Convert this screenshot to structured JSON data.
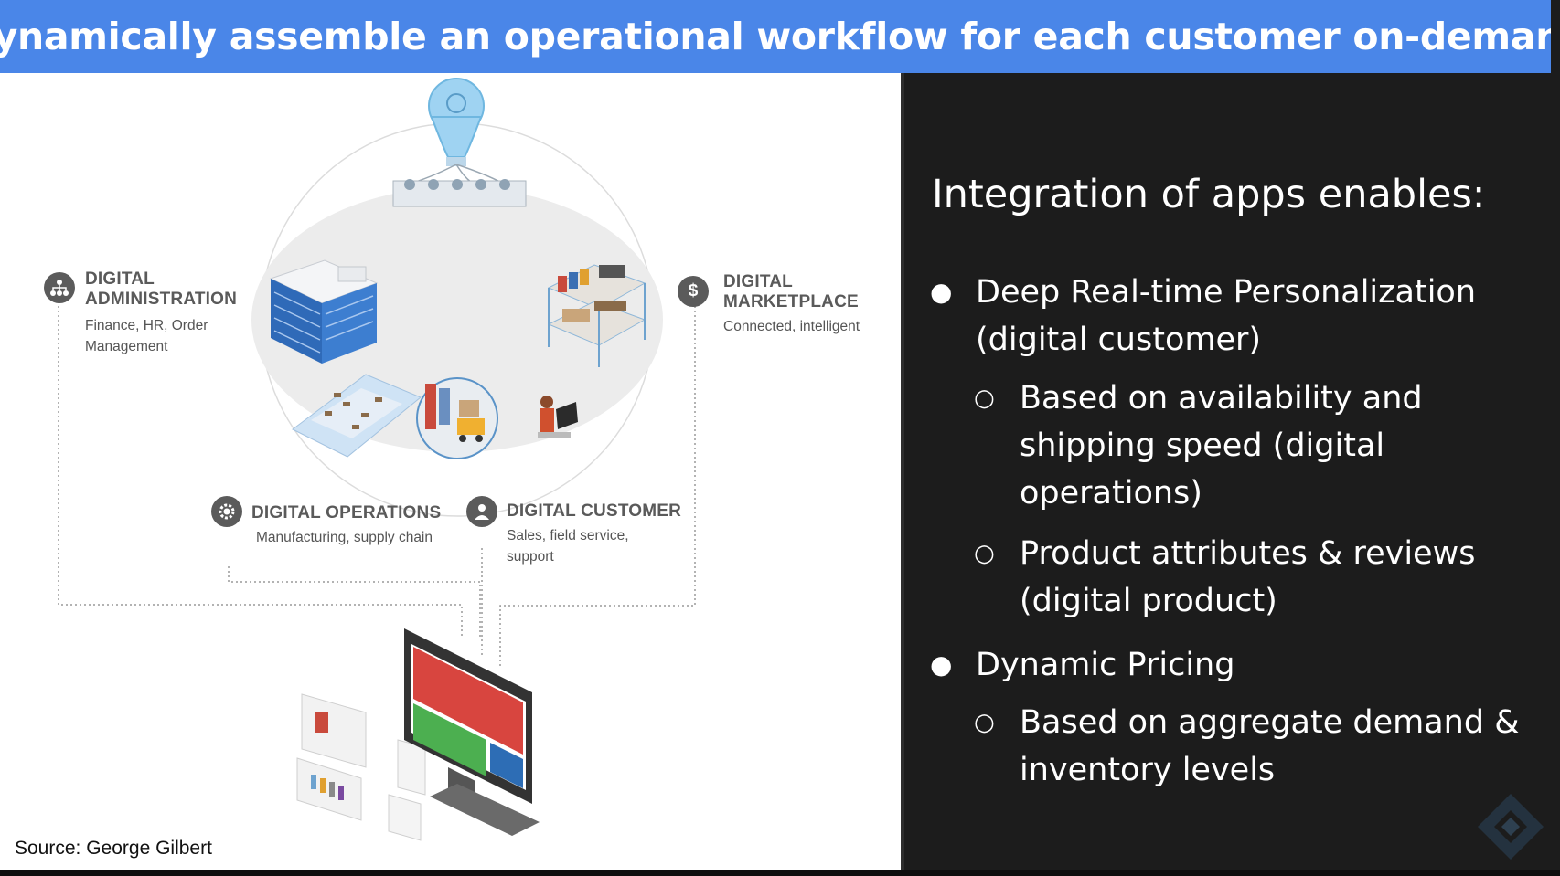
{
  "title": "Dynamically assemble an operational workflow for each customer on-demand",
  "diagram": {
    "administration": {
      "heading_line1": "DIGITAL",
      "heading_line2": "ADMINISTRATION",
      "sub_line1": "Finance, HR, Order",
      "sub_line2": "Management",
      "icon": "org-chart-icon"
    },
    "marketplace": {
      "heading_line1": "DIGITAL",
      "heading_line2": "MARKETPLACE",
      "sub_line1": "Connected, intelligent",
      "icon": "dollar-icon",
      "icon_glyph": "$"
    },
    "operations": {
      "heading": "DIGITAL OPERATIONS",
      "sub_line1": "Manufacturing, supply chain",
      "icon": "gear-icon"
    },
    "customer": {
      "heading": "DIGITAL CUSTOMER",
      "sub_line1": "Sales, field service,",
      "sub_line2": "support",
      "icon": "person-icon"
    }
  },
  "source": "Source: George Gilbert",
  "right": {
    "heading": "Integration of apps enables:",
    "bullets": [
      {
        "line1": "Deep Real-time Personalization",
        "line2": "(digital customer)"
      },
      {
        "line1": "Based on availability and",
        "line2": "shipping speed (digital",
        "line3": "operations)"
      },
      {
        "line1": "Product attributes & reviews",
        "line2": "(digital product)"
      },
      {
        "line1": "Dynamic Pricing"
      },
      {
        "line1": "Based on aggregate demand &",
        "line2": "inventory levels"
      }
    ],
    "markers": {
      "level1": "●",
      "level2": "○"
    }
  },
  "colors": {
    "title_bar": "#4a86e8",
    "right_panel": "#1c1c1c",
    "monitor_red": "#d8453f",
    "monitor_green": "#4caf50",
    "monitor_blue": "#2d6db5",
    "building_blue": "#2f6ab8"
  }
}
